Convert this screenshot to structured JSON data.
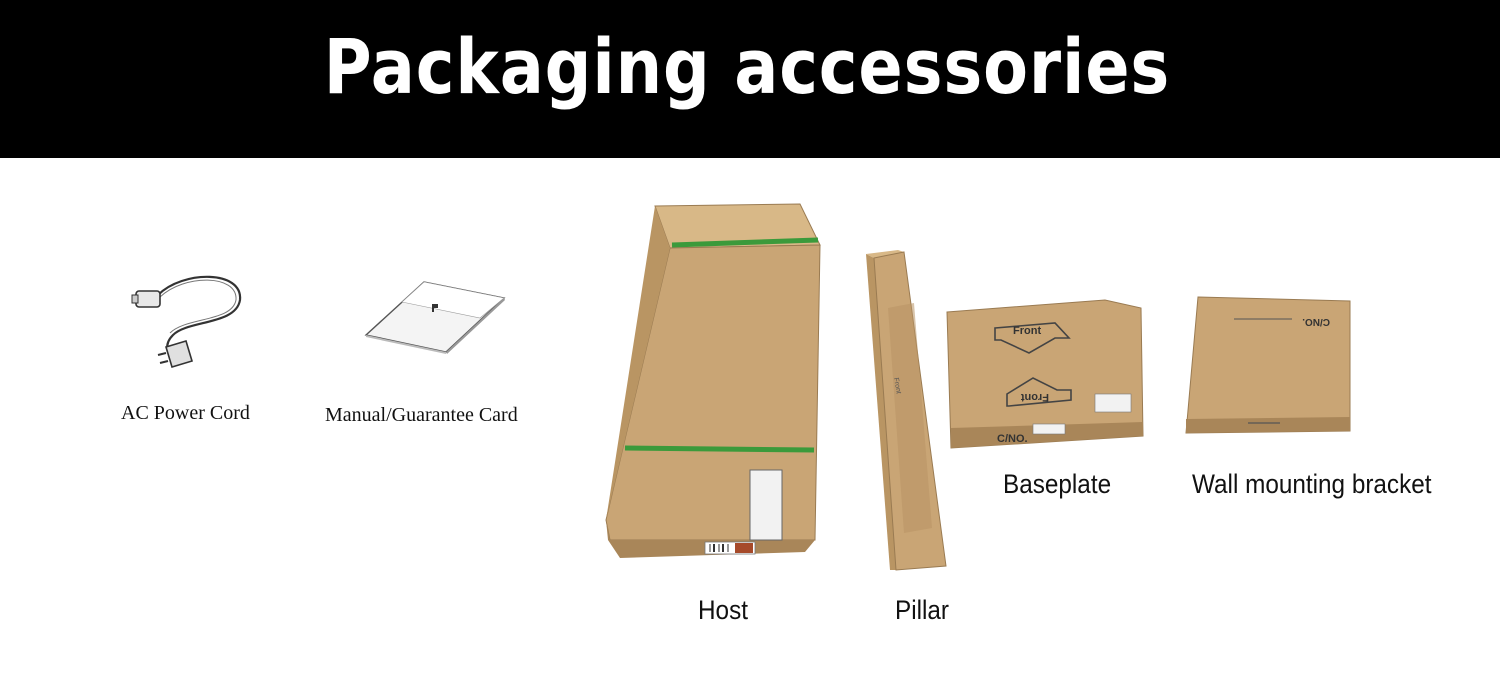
{
  "header": {
    "title": "Packaging accessories",
    "background_color": "#000000",
    "text_color": "#ffffff"
  },
  "items": [
    {
      "label": "AC Power Cord",
      "icon": "power-cord-illustration"
    },
    {
      "label": "Manual/Guarantee Card",
      "icon": "manual-card-illustration"
    },
    {
      "label": "Host",
      "icon": "host-box"
    },
    {
      "label": "Pillar",
      "icon": "pillar-box"
    },
    {
      "label": "Baseplate",
      "icon": "baseplate-box"
    },
    {
      "label": "Wall mounting bracket",
      "icon": "wall-bracket-box"
    }
  ],
  "box_markings": {
    "front": "Front",
    "cno": "C/NO."
  },
  "colors": {
    "cardboard": "#c9a575",
    "cardboard_dark": "#a98659",
    "strap": "#3b9a3b"
  }
}
